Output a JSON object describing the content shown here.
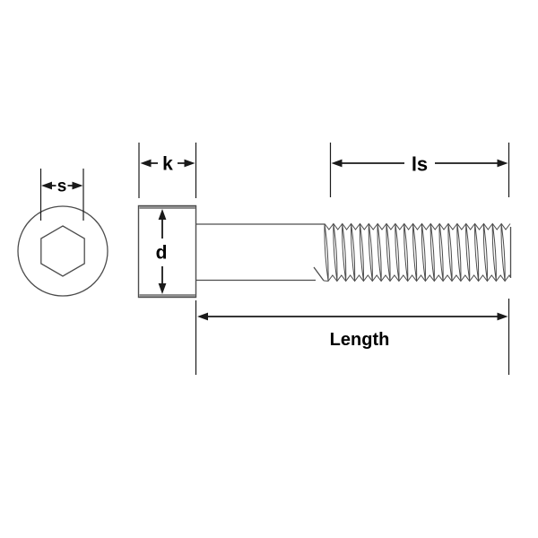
{
  "labels": {
    "socket_width_across_flats": "s",
    "head_height": "k",
    "head_diameter": "d",
    "thread_length": "ls",
    "overall_length": "Length"
  },
  "colors": {
    "background": "#ffffff",
    "dimension": "#1a1a1a",
    "text": "#000000",
    "part_outline": "#4d4d4d",
    "head_edge_highlight": "#8f8f8f"
  }
}
